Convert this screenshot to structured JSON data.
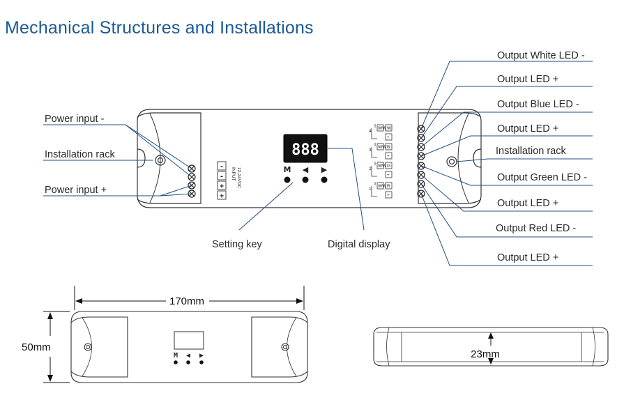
{
  "title": "Mechanical Structures and Installations",
  "left_labels": {
    "power_input_minus": "Power input -",
    "installation_rack": "Installation rack",
    "power_input_plus": "Power input +"
  },
  "right_labels": {
    "output_white_minus": "Output White LED -",
    "output_led_plus_1": "Output LED +",
    "output_blue_minus": "Output Blue LED -",
    "output_led_plus_2": "Output LED +",
    "installation_rack": "Installation rack",
    "output_green_minus": "Output Green LED -",
    "output_led_plus_3": "Output LED +",
    "output_red_minus": "Output Red LED -",
    "output_led_plus_4": "Output LED +"
  },
  "bottom_labels": {
    "setting_key": "Setting key",
    "digital_display": "Digital display"
  },
  "display": {
    "digits": "888",
    "buttons": {
      "m": "M",
      "left": "◀",
      "right": "▶"
    }
  },
  "input_block": {
    "label_line1": "INPUT",
    "label_line2": "12-24VDC",
    "pins": [
      "-",
      "-",
      "+",
      "+"
    ]
  },
  "output_block": {
    "channels": [
      {
        "number": "4",
        "letter": "W",
        "sign": "+",
        "small": "WW"
      },
      {
        "number": "3",
        "letter": "B",
        "sign": "+",
        "small": "WW"
      },
      {
        "number": "2",
        "letter": "G",
        "sign": "+",
        "small": "WW"
      },
      {
        "number": "1",
        "letter": "R",
        "sign": "+",
        "small": "WW"
      }
    ]
  },
  "dimensions": {
    "length": "170mm",
    "width": "50mm",
    "height": "23mm"
  }
}
